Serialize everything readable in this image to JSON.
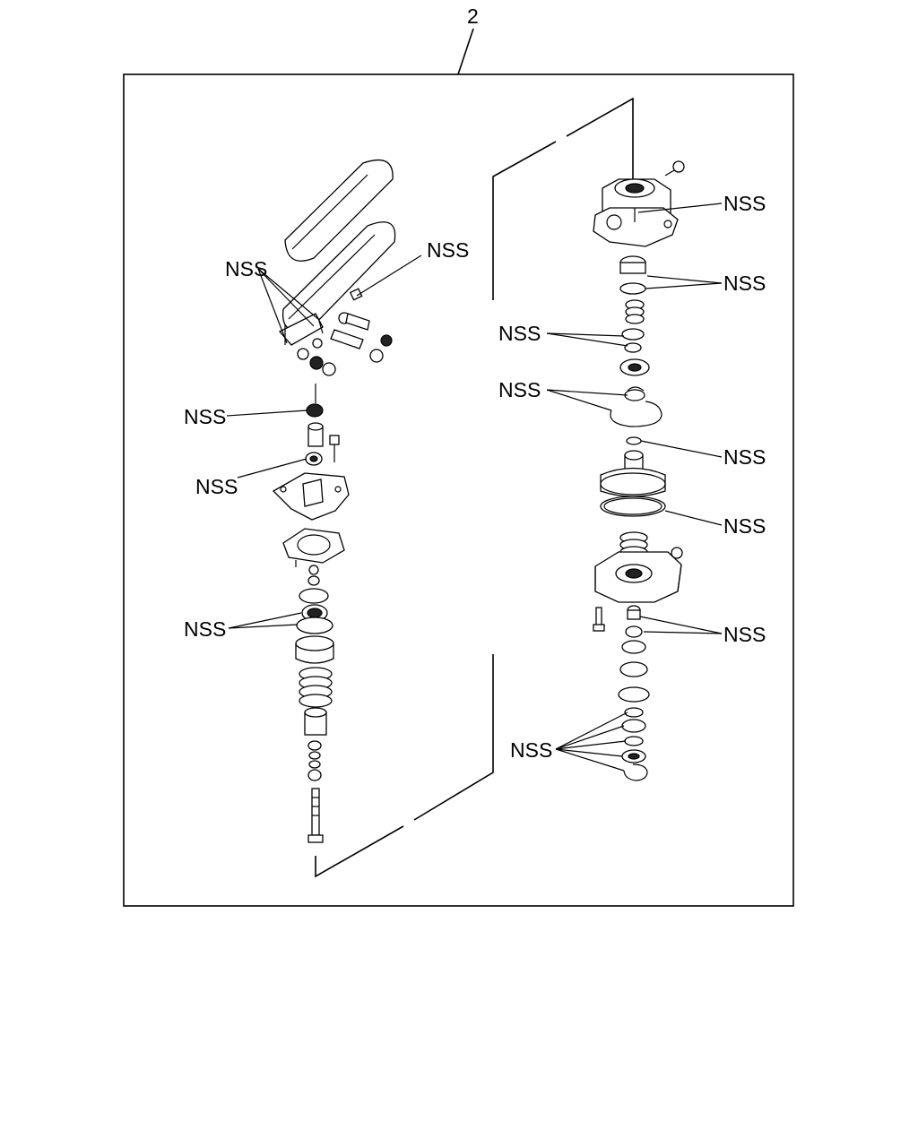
{
  "figure": {
    "item_number": "2",
    "labels": {
      "nss_left_upper": "NSS",
      "nss_left_pedal": "NSS",
      "nss_left_cap": "NSS",
      "nss_left_bushing": "NSS",
      "nss_left_seal": "NSS",
      "nss_right_top": "NSS",
      "nss_right_ring1": "NSS",
      "nss_right_ring2": "NSS",
      "nss_right_snap": "NSS",
      "nss_right_oring": "NSS",
      "nss_right_gasket": "NSS",
      "nss_right_lower": "NSS",
      "nss_right_bottom": "NSS"
    }
  }
}
